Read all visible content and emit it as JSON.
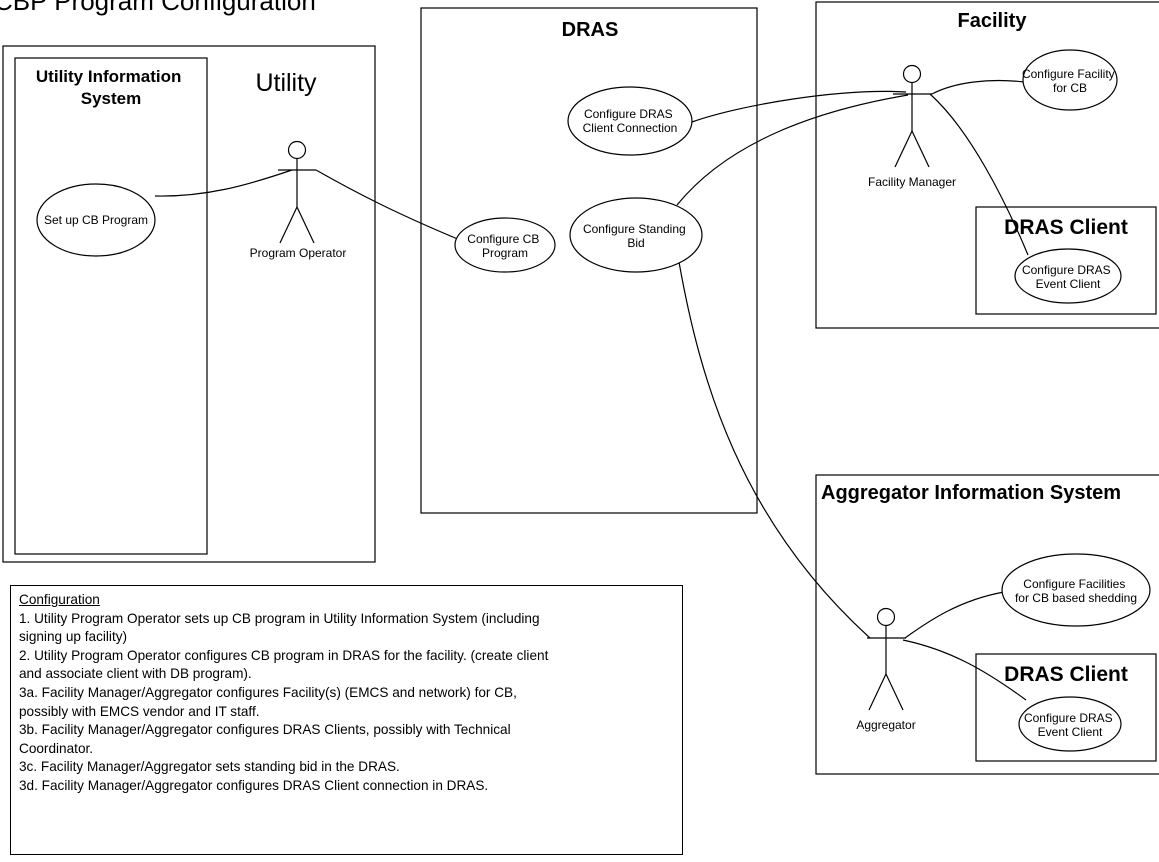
{
  "page_title": "CBP Program Configuration",
  "boxes": {
    "utility_info_system": [
      "Utility Information",
      "System"
    ],
    "utility": "Utility",
    "dras": "DRAS",
    "facility": "Facility",
    "dras_client_facility": "DRAS Client",
    "aggregator_info_system": "Aggregator Information System",
    "dras_client_aggregator": "DRAS Client"
  },
  "actors": {
    "program_operator": "Program Operator",
    "facility_manager": "Facility Manager",
    "aggregator": "Aggregator"
  },
  "use_cases": {
    "setup_cb_program": [
      "Set up CB Program"
    ],
    "configure_cb_program": [
      "Configure CB",
      "Program"
    ],
    "configure_dras_client_connection": [
      "Configure DRAS",
      "Client Connection"
    ],
    "configure_standing_bid": [
      "Configure Standing",
      "Bid"
    ],
    "configure_facility_for_cb": [
      "Configure Facility",
      "for CB"
    ],
    "configure_dras_event_client_facility": [
      "Configure DRAS",
      "Event Client"
    ],
    "configure_facilities_cb_shedding": [
      "Configure Facilities",
      "for CB based shedding"
    ],
    "configure_dras_event_client_aggregator": [
      "Configure DRAS",
      "Event Client"
    ]
  },
  "notes": {
    "heading": "Configuration",
    "lines": [
      "1. Utility Program Operator sets up CB program in Utility Information System (including",
      "signing up facility)",
      "2. Utility Program Operator configures CB program in DRAS for the facility. (create client",
      "and associate client with DB program).",
      "3a. Facility Manager/Aggregator configures Facility(s) (EMCS and network) for CB,",
      "possibly with EMCS vendor and IT staff.",
      "3b. Facility Manager/Aggregator configures DRAS Clients, possibly with Technical",
      "Coordinator.",
      "3c. Facility Manager/Aggregator sets standing bid in the DRAS.",
      "3d. Facility Manager/Aggregator configures DRAS Client connection in DRAS."
    ]
  }
}
